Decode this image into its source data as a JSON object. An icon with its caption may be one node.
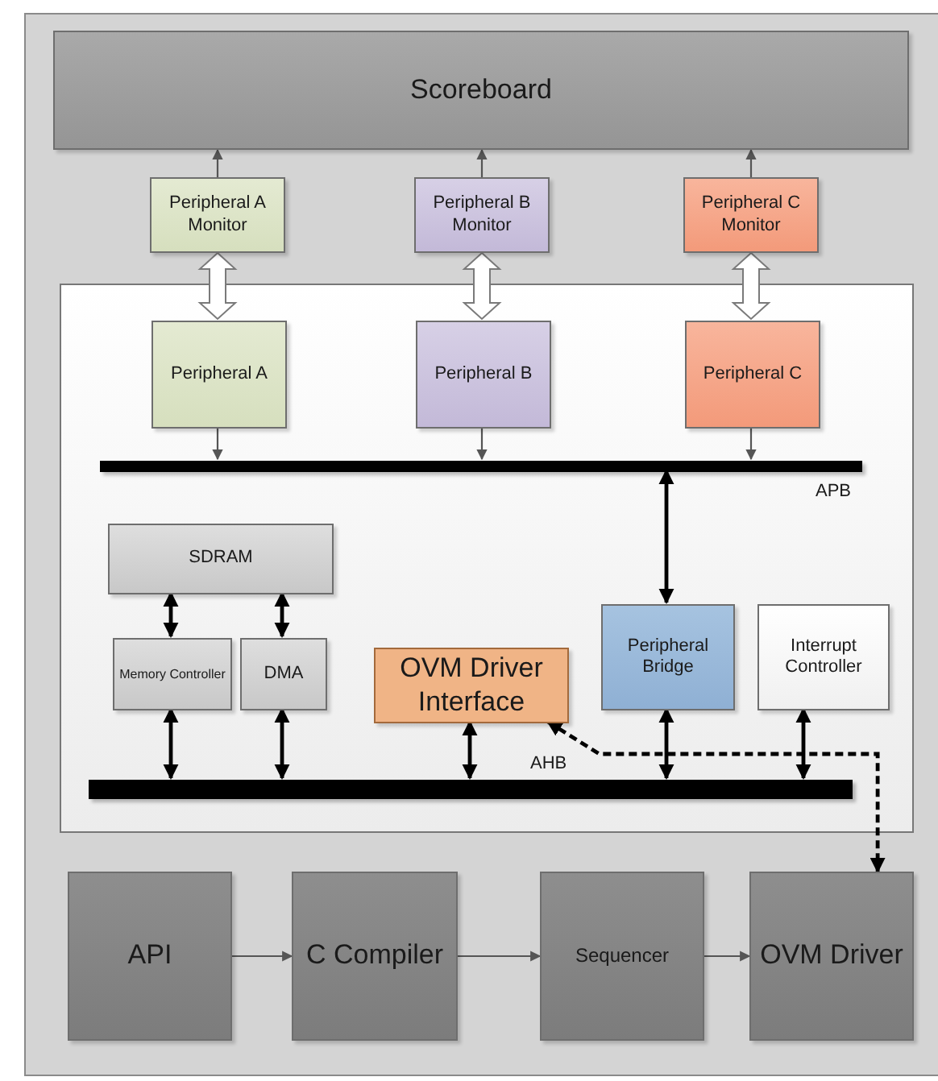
{
  "diagram": {
    "nodes": [
      {
        "text": [
          "Scoreboard"
        ]
      },
      {
        "text": [
          "Peripheral A Monitor"
        ]
      },
      {
        "text": [
          "Peripheral B Monitor"
        ]
      },
      {
        "text": [
          "Peripheral C Monitor"
        ]
      },
      {
        "text": [],
        "shape": "box"
      },
      {
        "text": [
          "Peripheral A"
        ],
        "in": 4
      },
      {
        "text": [
          "Peripheral B"
        ],
        "in": 4
      },
      {
        "text": [
          "Peripheral C"
        ],
        "in": 4
      },
      {
        "text": [],
        "shape": "bar",
        "in": 4,
        "beside": [
          "APB"
        ]
      },
      {
        "text": [
          "SDRAM"
        ],
        "in": 4
      },
      {
        "text": [
          "Memory Controller"
        ],
        "in": 4
      },
      {
        "text": [
          "DMA"
        ],
        "in": 4
      },
      {
        "text": [
          "OVM Driver Interface"
        ],
        "in": 4
      },
      {
        "text": [
          "Peripheral Bridge"
        ],
        "in": 4
      },
      {
        "text": [
          "Interrupt Controller"
        ],
        "in": 4
      },
      {
        "text": [],
        "shape": "bar",
        "in": 4,
        "beside": [
          "AHB"
        ]
      },
      {
        "text": [
          "API"
        ]
      },
      {
        "text": [
          "C Compiler"
        ]
      },
      {
        "text": [
          "Sequencer"
        ]
      },
      {
        "text": [
          "OVM Driver"
        ]
      }
    ],
    "edges": [
      {
        "from": 1,
        "to": 0,
        "arrow": "to"
      },
      {
        "from": 2,
        "to": 0,
        "arrow": "to"
      },
      {
        "from": 3,
        "to": 0,
        "arrow": "to"
      },
      {
        "from": 1,
        "to": 5,
        "arrow": "both",
        "style": "thick"
      },
      {
        "from": 2,
        "to": 6,
        "arrow": "both",
        "style": "thick"
      },
      {
        "from": 3,
        "to": 7,
        "arrow": "both",
        "style": "thick"
      },
      {
        "from": 5,
        "to": 8,
        "arrow": "to"
      },
      {
        "from": 6,
        "to": 8,
        "arrow": "to"
      },
      {
        "from": 7,
        "to": 8,
        "arrow": "to"
      },
      {
        "from": 8,
        "to": 13,
        "arrow": "both",
        "color": "#000000"
      },
      {
        "from": 9,
        "to": 10,
        "arrow": "both",
        "color": "#000000"
      },
      {
        "from": 9,
        "to": 11,
        "arrow": "both",
        "color": "#000000"
      },
      {
        "from": 10,
        "to": 15,
        "arrow": "both",
        "color": "#000000"
      },
      {
        "from": 11,
        "to": 15,
        "arrow": "both",
        "color": "#000000"
      },
      {
        "from": 12,
        "to": 15,
        "arrow": "both",
        "color": "#000000"
      },
      {
        "from": 13,
        "to": 15,
        "arrow": "both",
        "color": "#000000"
      },
      {
        "from": 14,
        "to": 15,
        "arrow": "both",
        "color": "#000000"
      },
      {
        "from": 12,
        "to": 19,
        "arrow": "both",
        "style": "dashed",
        "color": "#000000"
      },
      {
        "from": 16,
        "to": 17,
        "arrow": "to"
      },
      {
        "from": 17,
        "to": 18,
        "arrow": "to"
      },
      {
        "from": 18,
        "to": 19,
        "arrow": "to"
      }
    ]
  }
}
